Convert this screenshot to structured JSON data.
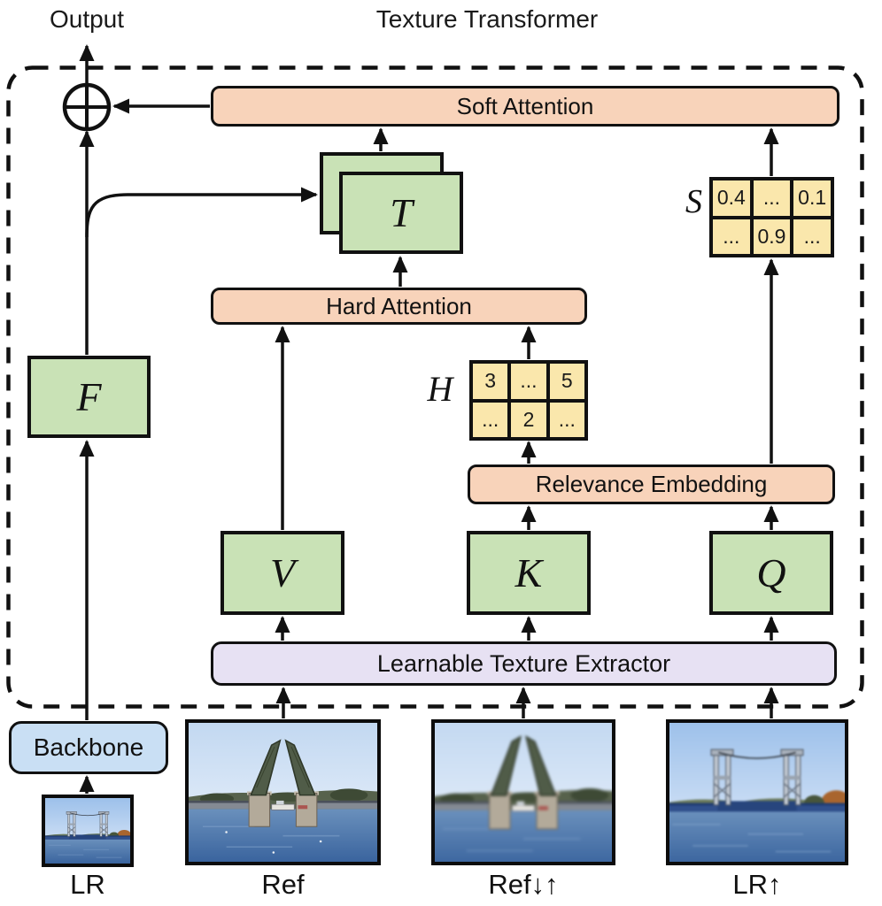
{
  "title": "Texture Transformer",
  "output_label": "Output",
  "operator": {
    "name": "element-wise-sum",
    "symbol": "circle-plus"
  },
  "blocks": {
    "soft_attention": "Soft Attention",
    "hard_attention": "Hard Attention",
    "relevance_embedding": "Relevance Embedding",
    "learnable_texture_extractor": "Learnable Texture Extractor",
    "backbone": "Backbone",
    "f": "F",
    "t": "T",
    "v": "V",
    "k": "K",
    "q": "Q"
  },
  "matrices": {
    "s": {
      "label": "S",
      "rows": [
        [
          "0.4",
          "...",
          "0.1"
        ],
        [
          "...",
          "0.9",
          "..."
        ]
      ]
    },
    "h": {
      "label": "H",
      "rows": [
        [
          "3",
          "...",
          "5"
        ],
        [
          "...",
          "2",
          "..."
        ]
      ]
    }
  },
  "images": [
    {
      "label": "LR",
      "scene": "lift-bridge-photo"
    },
    {
      "label": "Ref",
      "scene": "bascule-bridge-photo"
    },
    {
      "label": "Ref↓↑",
      "scene": "bascule-bridge-photo-degraded"
    },
    {
      "label": "LR↑",
      "scene": "lift-bridge-photo-upsampled"
    }
  ],
  "colors": {
    "green": "#C9E2B6",
    "peach": "#F8D3BA",
    "lavender": "#E7E1F3",
    "blue": "#C9DFF4",
    "gold": "#FAE7AC",
    "line": "#111111"
  }
}
